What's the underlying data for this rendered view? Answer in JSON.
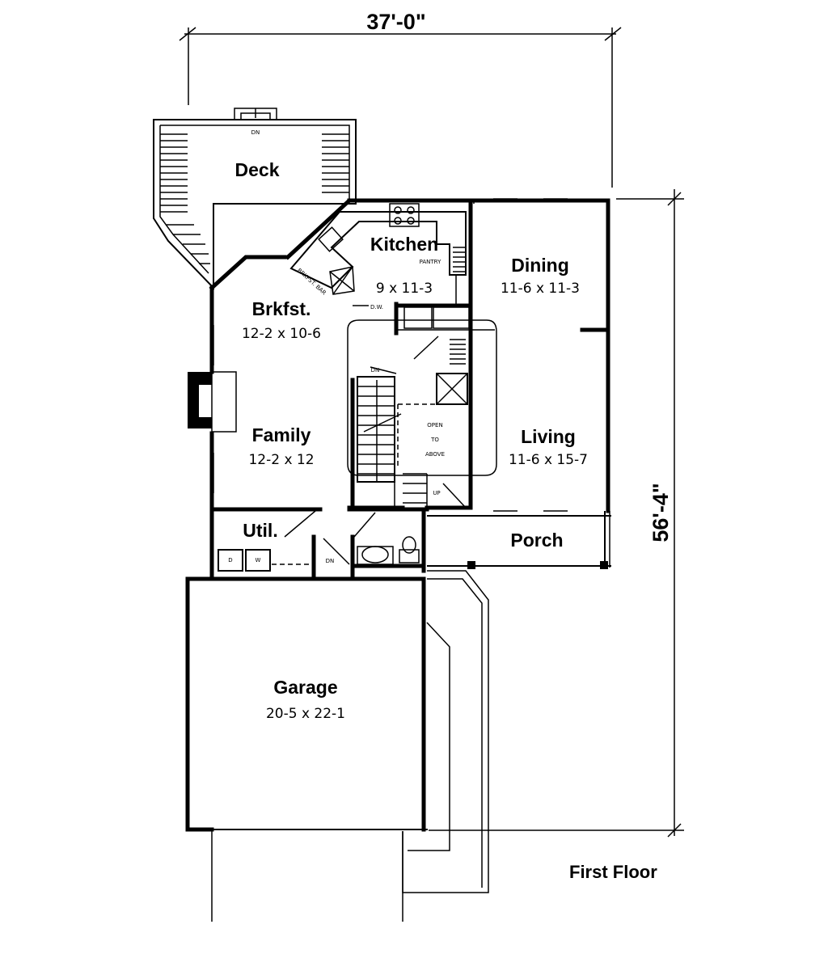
{
  "dimensions": {
    "width_label": "37'-0\"",
    "depth_label": "56'-4\""
  },
  "floor_title": "First Floor",
  "rooms": {
    "deck": {
      "name": "Deck"
    },
    "kitchen": {
      "name": "Kitchen",
      "size": "9 x 11-3"
    },
    "dining": {
      "name": "Dining",
      "size": "11-6 x 11-3"
    },
    "brkfst": {
      "name": "Brkfst.",
      "size": "12-2 x 10-6"
    },
    "family": {
      "name": "Family",
      "size": "12-2 x 12"
    },
    "living": {
      "name": "Living",
      "size": "11-6 x 15-7"
    },
    "util": {
      "name": "Util."
    },
    "porch": {
      "name": "Porch"
    },
    "garage": {
      "name": "Garage",
      "size": "20-5 x 22-1"
    }
  },
  "annotations": {
    "deck_dn": "DN",
    "pantry": "PANTRY",
    "brkfst_bar": "BRKFST. BAR",
    "dw": "D.W.",
    "stair_dn": "DN",
    "open_1": "OPEN",
    "open_2": "TO",
    "open_3": "ABOVE",
    "stair_up": "UP",
    "util_dn": "DN",
    "washer": "W",
    "dryer": "D"
  }
}
